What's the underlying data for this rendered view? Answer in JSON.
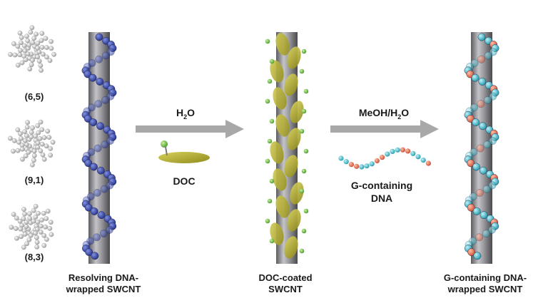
{
  "chiralities": [
    "(6,5)",
    "(9,1)",
    "(8,3)"
  ],
  "step1": {
    "reagent_main": "H",
    "reagent_sub": "2",
    "reagent_tail": "O",
    "additive": "DOC"
  },
  "step2": {
    "reagent_a": "MeOH/H",
    "reagent_sub": "2",
    "reagent_tail": "O",
    "additive_line1": "G-containing",
    "additive_line2": "DNA"
  },
  "captions": {
    "left_line1": "Resolving DNA-",
    "left_line2": "wrapped SWCNT",
    "middle_line1": "DOC-coated",
    "middle_line2": "SWCNT",
    "right_line1": "G-containing DNA-",
    "right_line2": "wrapped SWCNT"
  },
  "colors": {
    "tube": "#8f8f93",
    "dna_blue": "#3344a0",
    "doc_olive": "#b3ad2c",
    "doc_green": "#6cb43a",
    "g_dna_cyan": "#35b8c8",
    "g_dna_red": "#e06a50",
    "arrow": "#a8a8a8"
  }
}
